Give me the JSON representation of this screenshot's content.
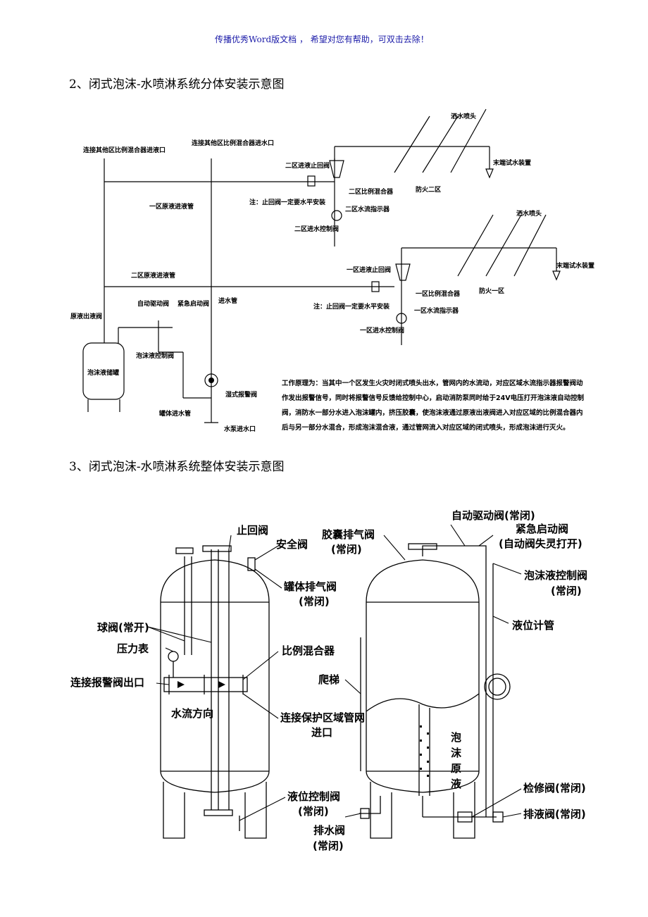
{
  "header": {
    "text": "传播优秀Word版文档 ， 希望对您有帮助，可双击去除！"
  },
  "section2": {
    "title": "2、闭式泡沫-水喷淋系统分体安装示意图",
    "labels": {
      "connect_other_ratio_inlet": "连接其他区比例混合器进液口",
      "connect_other_ratio_water": "连接其他区比例混合器进水口",
      "zone1_raw_pipe": "一区原液进液管",
      "zone2_raw_pipe": "二区原液进液管",
      "zone2_check_valve": "二区进液止回阀",
      "zone2_ratio_mixer": "二区比例混合器",
      "zone2_flow_indicator": "二区水流指示器",
      "zone2_control_valve": "二区进水控制阀",
      "note_top": "注：止回阀一定要水平安装",
      "sprinkler_head_top": "洒水喷头",
      "end_test_top": "末端试水装置",
      "fire_zone2": "防火二区",
      "sprinkler_head_mid": "洒水喷头",
      "end_test_mid": "末端试水装置",
      "fire_zone1": "防火一区",
      "zone1_check_valve": "一区进液止回阀",
      "zone1_ratio_mixer": "一区比例混合器",
      "zone1_flow_indicator": "一区水流指示器",
      "zone1_control_valve": "一区进水控制阀",
      "note_mid": "注：止回阀一定要水平安装",
      "raw_outlet_valve": "原液出液阀",
      "auto_drive_valve": "自动驱动阀",
      "emergency_valve": "紧急启动阀",
      "inlet_pipe": "进水管",
      "foam_tank": "泡沫液储罐",
      "foam_control_valve": "泡沫液控制阀",
      "wet_alarm_valve": "湿式报警阀",
      "tank_inlet_pipe": "罐体进水管",
      "pump_inlet": "水泵进水口"
    },
    "principle": "工作原理为：当其中一个区发生火灾时闭式喷头出水，管网内的水流动，对应区域水流指示器报警阀动作发出报警信号，同时将报警信号反馈给控制中心，启动消防泵同时给于24V电压打开泡沫液自动控制阀，消防水一部分水进入泡沫罐内，挤压胶囊，使泡沫液通过原液出液阀进入对应区域的比例混合器内后与另一部分水混合，形成泡沫混合液，通过管网流入对应区域的闭式喷头，形成泡沫进行灭火。"
  },
  "section3": {
    "title": "3、闭式泡沫-水喷淋系统整体安装示意图",
    "labels": {
      "check_valve": "止回阀",
      "safety_valve": "安全阀",
      "tank_vent_valve": "罐体排气阀",
      "tank_vent_state": "(常闭)",
      "ball_valve": "球阀(常开)",
      "pressure_gauge": "压力表",
      "ratio_mixer": "比例混合器",
      "alarm_outlet": "连接报警阀出口",
      "flow_direction": "水流方向",
      "protect_inlet_1": "连接保护区域管网",
      "protect_inlet_2": "进口",
      "level_control_valve": "液位控制阀",
      "level_control_state": "(常闭)",
      "drain_valve": "排水阀",
      "drain_state": "(常闭)",
      "bladder_vent": "胶囊排气阀",
      "bladder_vent_state": "(常闭)",
      "auto_drive_valve": "自动驱动阀(常闭)",
      "emergency_valve": "紧急启动阀",
      "emergency_state": "(自动阀失灵打开)",
      "foam_control_valve": "泡沫液控制阀",
      "foam_control_state": "(常闭)",
      "level_gauge": "液位计管",
      "ladder": "爬梯",
      "foam_liquid": [
        "泡",
        "沫",
        "原",
        "液"
      ],
      "maintenance_valve": "检修阀(常闭)",
      "discharge_valve": "排液阀(常闭)"
    }
  }
}
